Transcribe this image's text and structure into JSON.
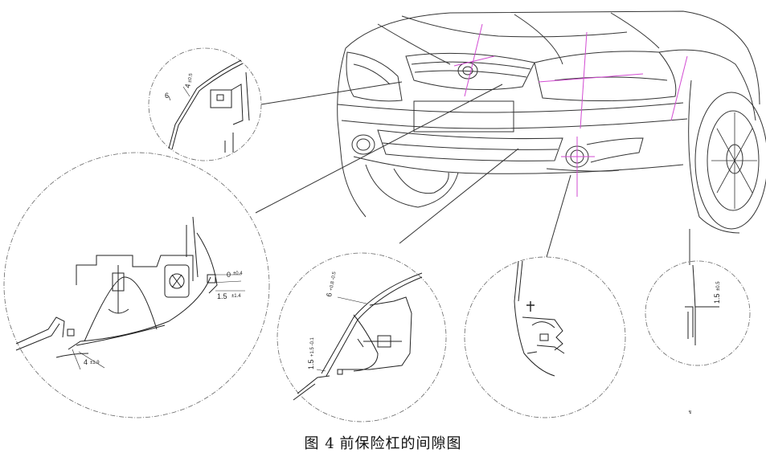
{
  "caption": {
    "figure_no": "图 4",
    "title": "前保险杠的间隙图"
  },
  "detail_1": {
    "gap_a": "6",
    "gap_b": "4",
    "tol_b": "±0.5"
  },
  "detail_2": {
    "gap_a": "0",
    "tol_a": "±0.4",
    "gap_b": "1.5",
    "tol_b": "±1.4",
    "gap_c": "4",
    "tol_c": "±1.9"
  },
  "detail_3": {
    "gap_a": "6",
    "tol_a": "+0.8 -0.5",
    "gap_b": "1.5",
    "tol_b": "+1.5 -0.1"
  },
  "detail_5": {
    "gap_a": "1.5",
    "tol_a": "±0.5"
  },
  "corner_mark": "↯"
}
